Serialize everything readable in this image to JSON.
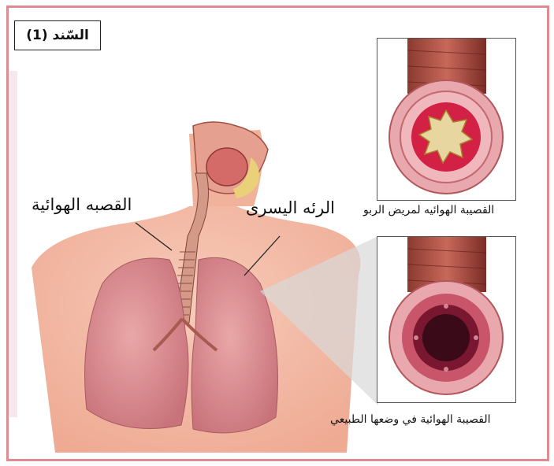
{
  "document_tag": "السّند (1)",
  "labels": {
    "trachea": "القصبه الهوائية",
    "left_lung": "الرئه اليسرى",
    "asthma_bronchiole": "القصيبة الهوائيه لمريض الربو",
    "normal_bronchiole": "القصيبة الهوائية في وضعها الطبيعي"
  },
  "colors": {
    "frame": "#e08a92",
    "skin": "#f3b7a2",
    "lung": "#d98a8e",
    "trachea": "#c98a7a",
    "airway_muscle": "#b5483f",
    "asthma_lumen": "#e8d6a0",
    "normal_lumen": "#3a0a18"
  }
}
